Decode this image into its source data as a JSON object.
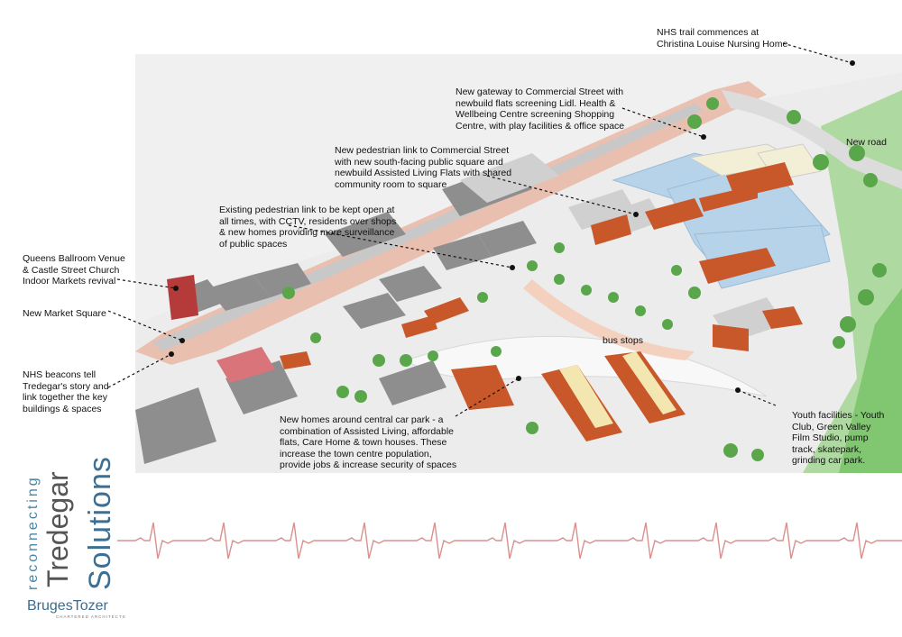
{
  "annotations": {
    "nhs_trail": "NHS trail commences at\nChristina Louise Nursing Home",
    "gateway": "New gateway to Commercial Street with\nnewbuild flats screening Lidl. Health &\nWellbeing Centre screening Shopping\nCentre, with play facilities & office space",
    "new_road": "New road",
    "pedestrian_link": "New pedestrian link to Commercial Street\nwith new south-facing public square and\nnewbuild Assisted Living Flats with shared\ncommunity room to square",
    "existing_link": "Existing pedestrian link to be kept open at\nall times, with CCTV, residents over shops\n& new homes providing more surveillance\nof public spaces",
    "queens_ballroom": "Queens Ballroom Venue\n& Castle Street Church\nIndoor Markets revival",
    "market_square": "New Market Square",
    "nhs_beacons": "NHS beacons tell\nTredegar's story and\nlink together the key\nbuildings & spaces",
    "bus_stops": "bus stops",
    "new_homes": "New homes around central car park -  a\ncombination of Assisted Living, affordable\nflats, Care Home & town houses. These\nincrease the town centre population,\nprovide jobs & increase security of spaces",
    "youth_facilities": "Youth facilities - Youth\nClub, Green Valley\nFilm Studio, pump\ntrack, skatepark,\ngrinding car park."
  },
  "branding": {
    "reconnecting": "reconnecting",
    "tredegar": "Tredegar",
    "solutions": "Solutions",
    "logo": "BrugesTozer",
    "logo_sub": "CHARTERED ARCHITECTS"
  },
  "colors": {
    "accent_blue": "#3b6f94",
    "roof_orange": "#c8582a",
    "roof_blue": "#b7d3ea",
    "pulse": "#d9908f",
    "green": "#7cc46b"
  }
}
